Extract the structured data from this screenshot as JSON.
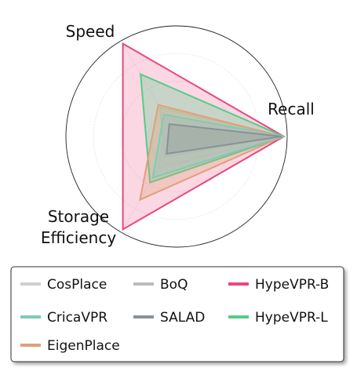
{
  "chart_data": {
    "type": "radar",
    "axes": [
      {
        "name": "recall",
        "label_lines": [
          "Recall"
        ]
      },
      {
        "name": "speed",
        "label_lines": [
          "Speed"
        ]
      },
      {
        "name": "storage",
        "label_lines": [
          "Storage",
          "Efficiency"
        ]
      }
    ],
    "range": [
      0,
      1
    ],
    "rings": [
      0.25,
      0.5,
      0.75,
      1.0
    ],
    "grid": true,
    "legend_placement": "bottom",
    "series": [
      {
        "name": "CosPlace",
        "color": "#cdd1cc",
        "values": [
          0.95,
          0.3,
          0.21
        ]
      },
      {
        "name": "CricaVPR",
        "color": "#7fcab8",
        "values": [
          0.96,
          0.23,
          0.43
        ]
      },
      {
        "name": "EigenPlace",
        "color": "#dfa07a",
        "values": [
          0.96,
          0.33,
          0.66
        ]
      },
      {
        "name": "BoQ",
        "color": "#b9bdb9",
        "values": [
          0.95,
          0.18,
          0.33
        ]
      },
      {
        "name": "SALAD",
        "color": "#8a9098",
        "values": [
          0.95,
          0.13,
          0.18
        ]
      },
      {
        "name": "HypeVPR-B",
        "color": "#e8497e",
        "values": [
          0.97,
          0.97,
          0.97
        ]
      },
      {
        "name": "HypeVPR-L",
        "color": "#55cc88",
        "values": [
          0.97,
          0.65,
          0.48
        ]
      }
    ]
  }
}
